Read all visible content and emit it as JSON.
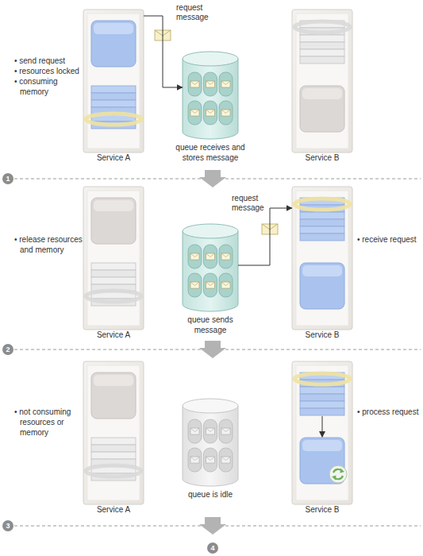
{
  "diagram": {
    "nodes": [
      {
        "text": [
          "Service A"
        ]
      },
      {
        "text": [
          "queue receives and stores message"
        ]
      },
      {
        "text": [
          "Service B"
        ]
      },
      {
        "text": [
          "Service A"
        ]
      },
      {
        "text": [
          "queue sends message"
        ]
      },
      {
        "text": [
          "Service B"
        ]
      },
      {
        "text": [
          "Service A"
        ]
      },
      {
        "text": [
          "queue is idle"
        ]
      },
      {
        "text": [
          "Service B"
        ]
      }
    ],
    "edges": [
      {
        "from": 0,
        "to": 1,
        "arrow": "to",
        "label": "request message"
      },
      {
        "from": 4,
        "to": 5,
        "arrow": "to",
        "label": "request message"
      }
    ],
    "labels": [
      "• send request",
      "• resources locked",
      "• consuming memory",
      "1",
      "• release resources and memory",
      "• receive request",
      "2",
      "• not consuming resources or memory",
      "• process request",
      "3",
      "4"
    ]
  }
}
